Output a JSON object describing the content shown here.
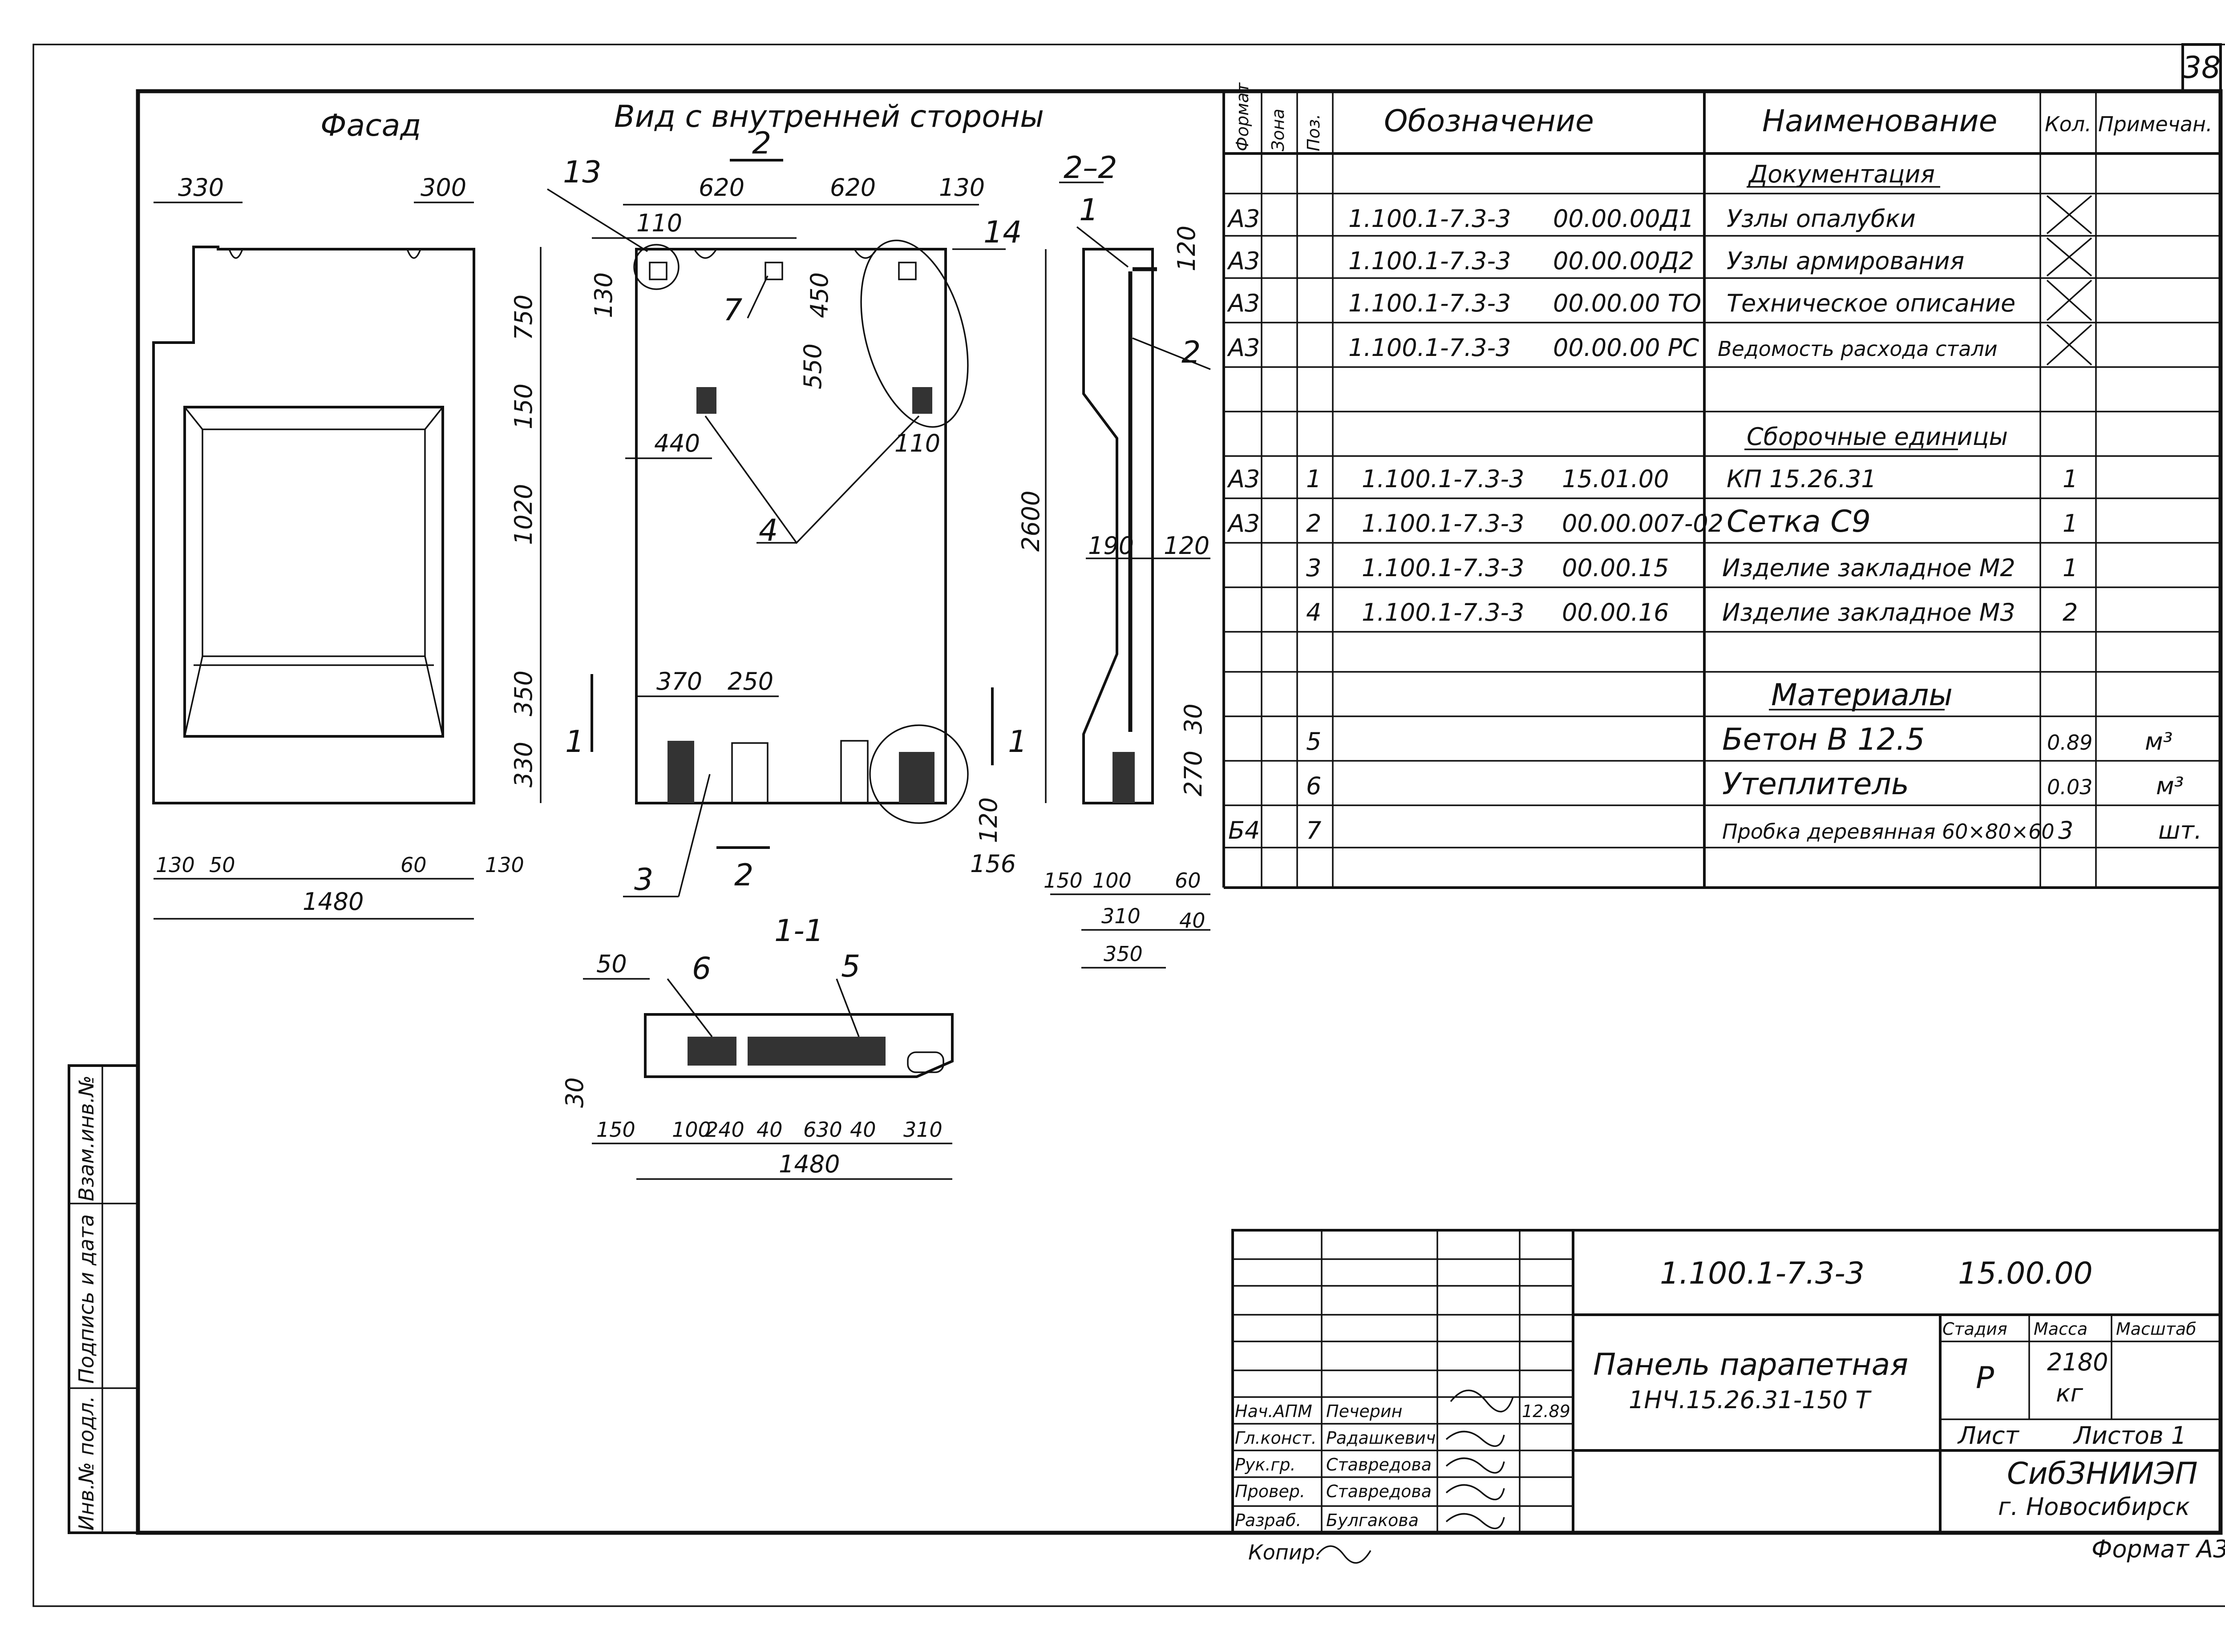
{
  "sheet_number": "38",
  "views": {
    "facade": {
      "title": "Фасад",
      "dims": {
        "top_left": "330",
        "top_right": "300",
        "right_750": "750",
        "right_150": "150",
        "right_1020": "1020",
        "right_350": "350",
        "right_330": "330",
        "bot_130a": "130",
        "bot_50": "50",
        "bot_60": "60",
        "bot_130b": "130",
        "bot_1480": "1480"
      }
    },
    "inside": {
      "title": "Вид с внутренней стороны",
      "section_2_top": "2",
      "section_2_bottom": "2",
      "section_1_left": "1",
      "section_1_right": "1",
      "dims": {
        "d110": "110",
        "d620a": "620",
        "d620b": "620",
        "d130": "130",
        "d130_left": "130",
        "d450": "450",
        "d550": "550",
        "d440": "440",
        "d110b": "110",
        "d370": "370",
        "d250": "250",
        "d120": "120",
        "d156": "156"
      },
      "callouts": {
        "c13": "13",
        "c14": "14",
        "c7": "7",
        "c4": "4",
        "c3": "3"
      }
    },
    "section22": {
      "title": "2–2",
      "callouts": {
        "c1": "1",
        "c2": "2"
      },
      "dims": {
        "d120": "120",
        "d2600": "2600",
        "d190": "190",
        "d120b": "120",
        "d30": "30",
        "d270": "270",
        "d150": "150",
        "d100": "100",
        "d60": "60",
        "d310": "310",
        "d40": "40",
        "d350": "350"
      }
    },
    "section11": {
      "title": "1-1",
      "callouts": {
        "c6": "6",
        "c5": "5"
      },
      "dims": {
        "d50": "50",
        "d30": "30",
        "d150": "150",
        "d100": "100",
        "d240": "240",
        "d40a": "40",
        "d630": "630",
        "d40b": "40",
        "d310": "310",
        "d1480": "1480"
      }
    }
  },
  "spec_table": {
    "headers": {
      "format": "Формат",
      "zone": "Зона",
      "pos": "Поз.",
      "designation": "Обозначение",
      "name": "Наименование",
      "qty": "Кол.",
      "note": "Примечан."
    },
    "sections": {
      "documentation": "Документация",
      "assemblies": "Сборочные единицы",
      "materials": "Материалы"
    },
    "doc_rows": [
      {
        "format": "А3",
        "code": "1.100.1-7.3-3",
        "code2": "00.00.00Д1",
        "name": "Узлы опалубки"
      },
      {
        "format": "А3",
        "code": "1.100.1-7.3-3",
        "code2": "00.00.00Д2",
        "name": "Узлы армирования"
      },
      {
        "format": "А3",
        "code": "1.100.1-7.3-3",
        "code2": "00.00.00 ТО",
        "name": "Техническое описание"
      },
      {
        "format": "А3",
        "code": "1.100.1-7.3-3",
        "code2": "00.00.00 РС",
        "name": "Ведомость расхода стали"
      }
    ],
    "assembly_rows": [
      {
        "format": "А3",
        "pos": "1",
        "code": "1.100.1-7.3-3",
        "code2": "15.01.00",
        "name": "КП 15.26.31",
        "qty": "1"
      },
      {
        "format": "А3",
        "pos": "2",
        "code": "1.100.1-7.3-3",
        "code2": "00.00.007-02",
        "name": "Сетка С9",
        "qty": "1"
      },
      {
        "format": "",
        "pos": "3",
        "code": "1.100.1-7.3-3",
        "code2": "00.00.15",
        "name": "Изделие закладное М2",
        "qty": "1"
      },
      {
        "format": "",
        "pos": "4",
        "code": "1.100.1-7.3-3",
        "code2": "00.00.16",
        "name": "Изделие закладное М3",
        "qty": "2"
      }
    ],
    "material_rows": [
      {
        "format": "",
        "pos": "5",
        "name": "Бетон В 12.5",
        "qty": "0.89",
        "note": "м³"
      },
      {
        "format": "",
        "pos": "6",
        "name": "Утеплитель",
        "qty": "0.03",
        "note": "м³"
      },
      {
        "format": "Б4",
        "pos": "7",
        "name": "Пробка деревянная 60×80×60",
        "qty": "3",
        "note": "шт."
      }
    ]
  },
  "side_stamp": {
    "inv_podl": "Инв.№ подл.",
    "podpis": "Подпись и дата",
    "vzam": "Взам.инв.№"
  },
  "title_block": {
    "doc_code": "1.100.1-7.3-3",
    "doc_sub": "15.00.00",
    "title_line1": "Панель парапетная",
    "title_line2": "1НЧ.15.26.31-150 Т",
    "stage_label": "Стадия",
    "mass_label": "Масса",
    "scale_label": "Масштаб",
    "stage": "Р",
    "mass": "2180",
    "mass_unit": "кг",
    "sheet_label": "Лист",
    "sheets_label": "Листов 1",
    "org": "СибЗНИИЭП",
    "city": "г. Новосибирск",
    "roles": [
      {
        "role": "Нач.АПМ",
        "name": "Печерин",
        "date": "12.89"
      },
      {
        "role": "Гл.конст.",
        "name": "Радашкевич",
        "date": ""
      },
      {
        "role": "Рук.гр.",
        "name": "Ставредова",
        "date": ""
      },
      {
        "role": "Провер.",
        "name": "Ставредова",
        "date": ""
      },
      {
        "role": "Разраб.",
        "name": "Булгакова",
        "date": ""
      }
    ],
    "copied_label": "Копир.",
    "format_label": "Формат А3"
  }
}
